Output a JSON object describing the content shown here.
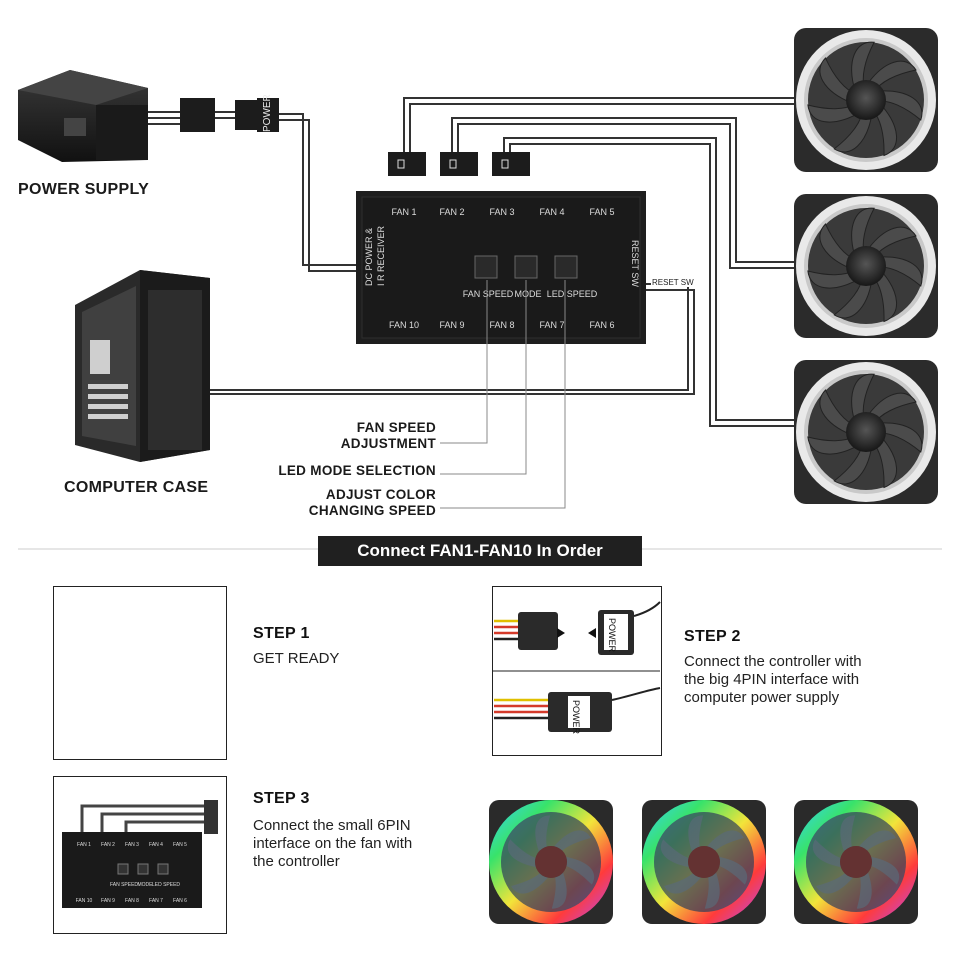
{
  "top": {
    "power_supply_label": "POWER SUPPLY",
    "computer_case_label": "COMPUTER CASE",
    "power_plug_text": "POWER",
    "controller": {
      "top_ports": [
        "FAN 1",
        "FAN 2",
        "FAN 3",
        "FAN 4",
        "FAN 5"
      ],
      "bottom_ports": [
        "FAN 10",
        "FAN 9",
        "FAN 8",
        "FAN 7",
        "FAN 6"
      ],
      "buttons": [
        "FAN SPEED",
        "MODE",
        "LED SPEED"
      ],
      "left_text_1": "DC POWER &",
      "left_text_2": "I R RECEIVER",
      "right_text": "RESET SW",
      "reset_tag": "RESET SW"
    },
    "annotations": {
      "fan_speed_1": "FAN SPEED",
      "fan_speed_2": "ADJUSTMENT",
      "led_mode": "LED MODE SELECTION",
      "adjust_color_1": "ADJUST COLOR",
      "adjust_color_2": "CHANGING SPEED"
    }
  },
  "banner": "Connect FAN1-FAN10 In Order",
  "steps": [
    {
      "title": "STEP 1",
      "desc": "GET READY"
    },
    {
      "title": "STEP 2",
      "desc": "Connect the controller with\nthe big 4PIN interface with\ncomputer power supply"
    },
    {
      "title": "STEP 3",
      "desc": "Connect the small 6PIN\ninterface on the fan with\nthe controller"
    }
  ],
  "colors": {
    "controller": "#1e1e1e",
    "fan_frame": "#2b2b2b",
    "ring": "#e8e8e8",
    "cable": "#333333",
    "banner": "#202020"
  },
  "icons": [
    "power-supply-icon",
    "computer-case-icon",
    "fan-icon",
    "rgb-fan-icon",
    "connector-icon",
    "controller-icon"
  ]
}
